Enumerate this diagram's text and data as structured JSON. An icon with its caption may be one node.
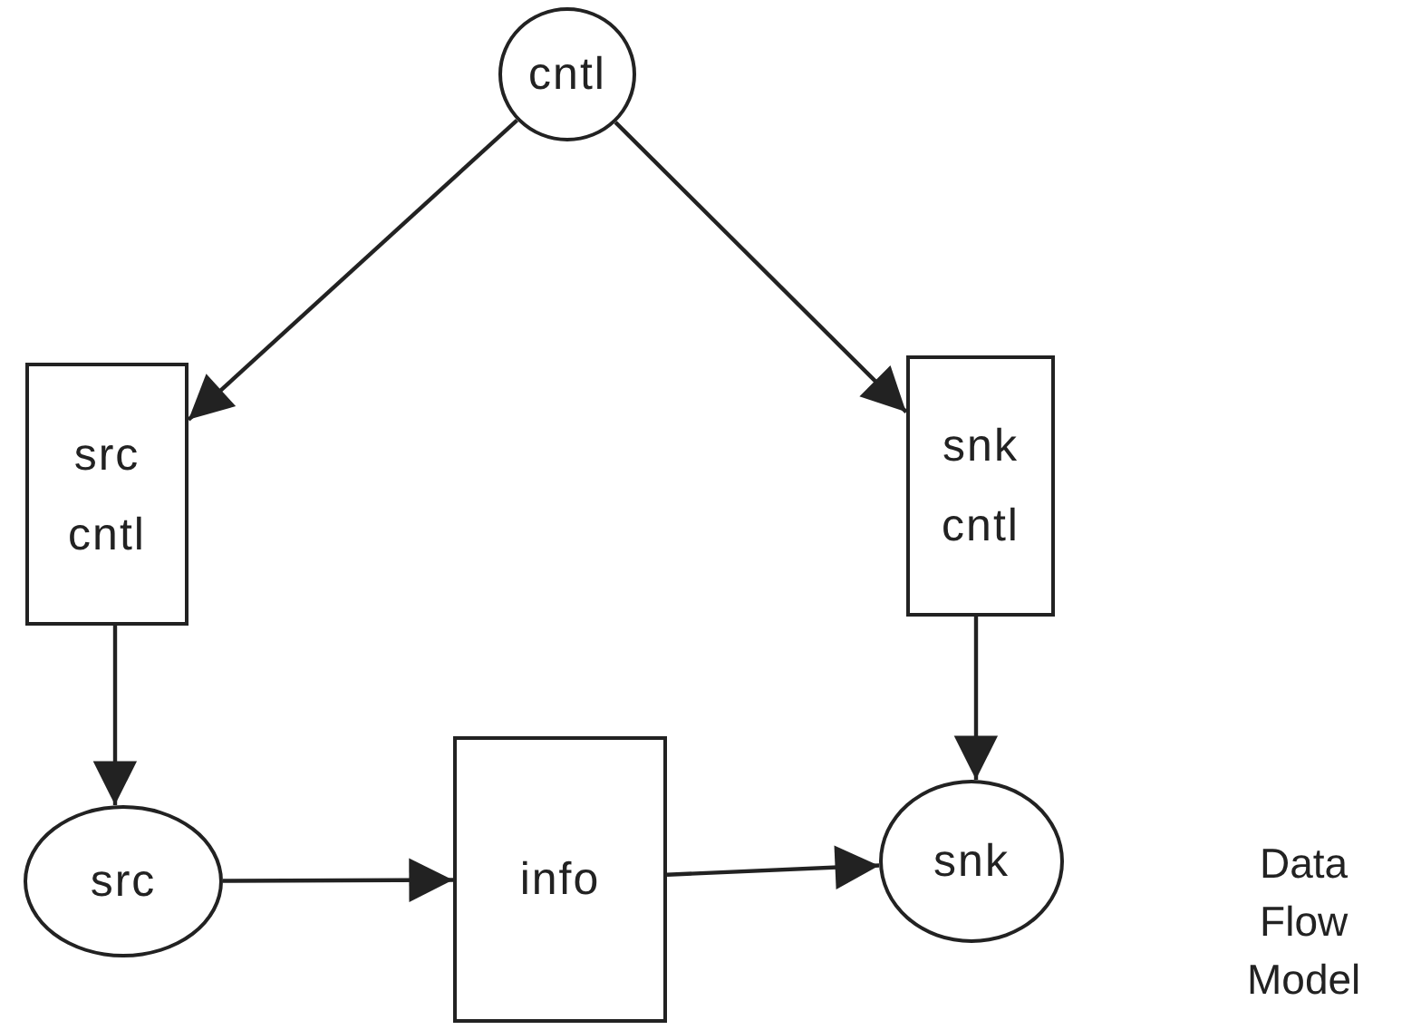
{
  "diagram": {
    "nodes": [
      {
        "text": [
          "cntl"
        ]
      },
      {
        "text": [
          "src cntl"
        ]
      },
      {
        "text": [
          "snk cntl"
        ]
      },
      {
        "text": [
          "src"
        ]
      },
      {
        "text": [
          "info"
        ]
      },
      {
        "text": [
          "snk"
        ]
      }
    ],
    "edges": [
      {
        "from": 0,
        "to": 1,
        "arrow": "to"
      },
      {
        "from": 0,
        "to": 2,
        "arrow": "to"
      },
      {
        "from": 1,
        "to": 3,
        "arrow": "to"
      },
      {
        "from": 2,
        "to": 5,
        "arrow": "to"
      },
      {
        "from": 3,
        "to": 4,
        "arrow": "to"
      },
      {
        "from": 4,
        "to": 5,
        "arrow": "to"
      }
    ],
    "labels": [
      "Data Flow Model"
    ]
  }
}
